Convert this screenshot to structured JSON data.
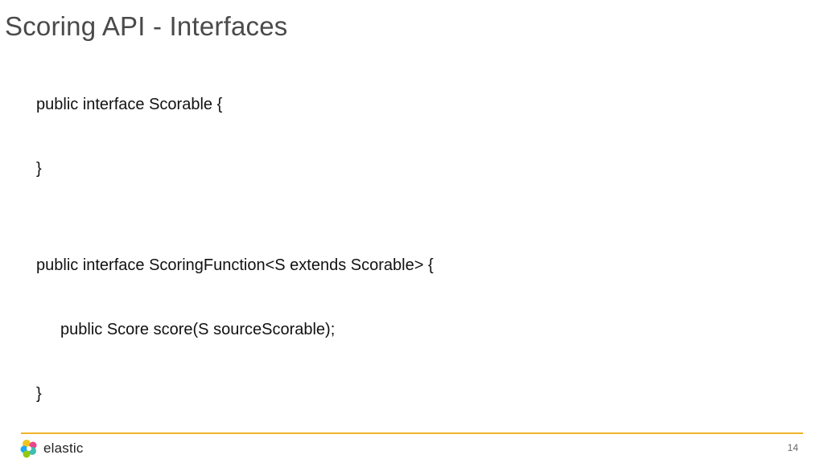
{
  "slide": {
    "title": "Scoring API - Interfaces",
    "code_lines": [
      "public interface Scorable {",
      "}",
      "public interface ScoringFunction<S extends Scorable> {",
      "public Score score(S sourceScorable);",
      "}"
    ],
    "page_number": "14"
  },
  "footer": {
    "brand": "elastic",
    "accent_color": "#f0b429",
    "logo_icon": "elastic-logo-icon"
  }
}
